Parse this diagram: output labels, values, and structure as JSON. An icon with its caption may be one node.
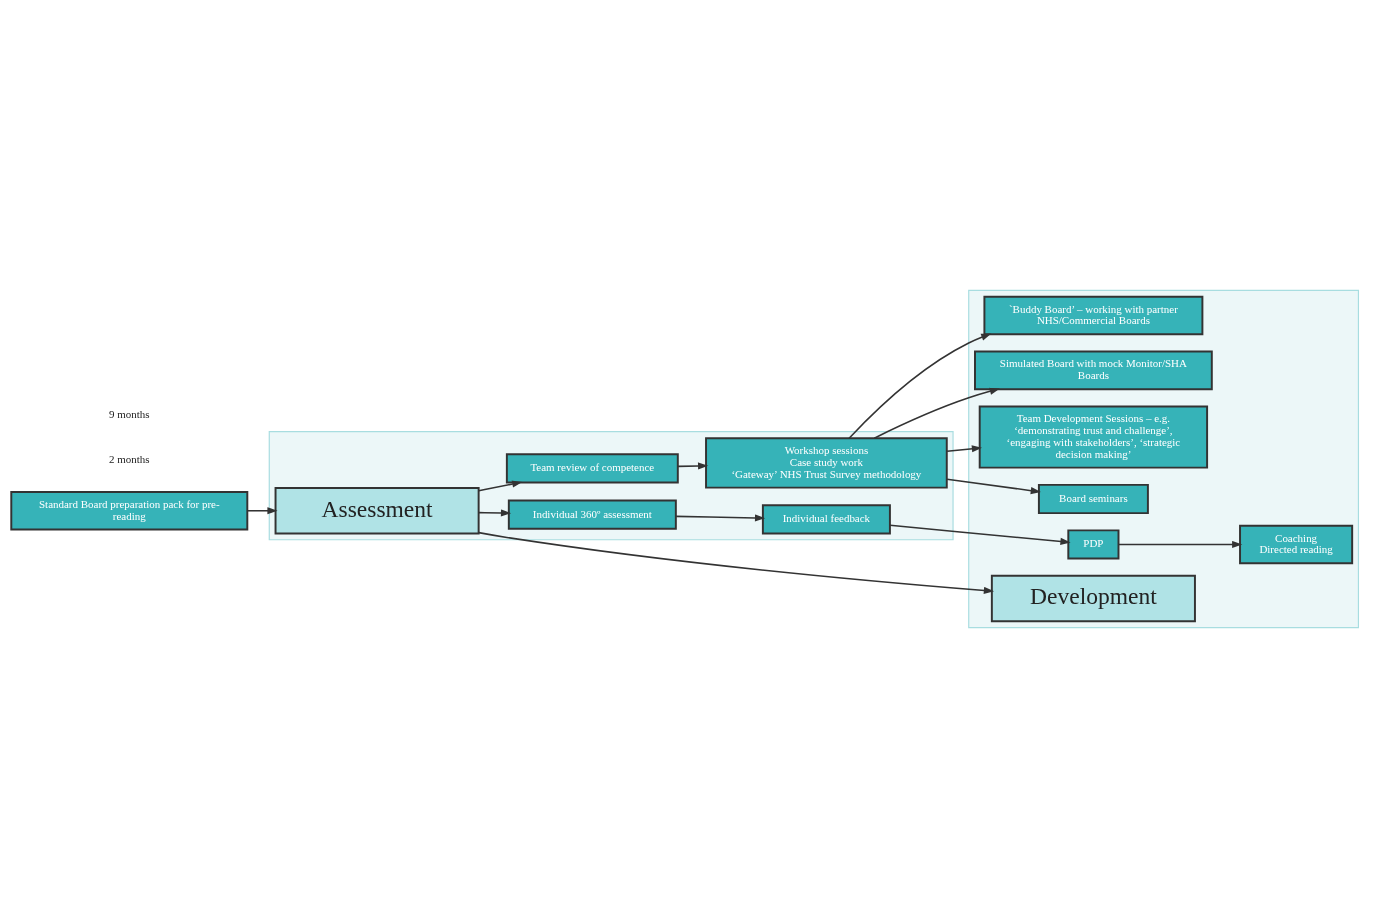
{
  "diagram": {
    "nodes": [
      {
        "text": [
          "Standard Board preparation pack for pre-reading"
        ]
      },
      {
        "text": [],
        "shape": "box"
      },
      {
        "text": [
          "Assessment"
        ],
        "in": 1
      },
      {
        "text": [
          "Individual 360º assessment"
        ],
        "in": 1
      },
      {
        "text": [
          "Individual feedback"
        ],
        "in": 1
      },
      {
        "text": [
          "Team review of competence"
        ],
        "in": 1
      },
      {
        "text": [
          "Workshop sessions",
          "Case study work",
          "‘Gateway’ NHS Trust Survey methodology"
        ],
        "in": 1
      },
      {
        "text": [],
        "shape": "box"
      },
      {
        "text": [
          "Development"
        ],
        "in": 7
      },
      {
        "text": [
          "PDP"
        ],
        "in": 7
      },
      {
        "text": [
          "Coaching",
          "Directed reading"
        ],
        "in": 7
      },
      {
        "text": [
          "Team Development Sessions – e.g. ‘demonstrating trust and challenge’, ‘engaging with stakeholders’, ‘strategic decision making’"
        ],
        "in": 7
      },
      {
        "text": [
          "Board seminars"
        ],
        "in": 7
      },
      {
        "text": [
          "`Buddy Board’ – working with partner NHS/Commercial Boards"
        ],
        "in": 7
      },
      {
        "text": [
          "Simulated Board with mock Monitor/SHA Boards"
        ],
        "in": 7
      }
    ],
    "edges": [
      {
        "from": 0,
        "to": 2,
        "arrow": "to"
      },
      {
        "from": 2,
        "to": 8,
        "arrow": "to"
      },
      {
        "from": 2,
        "to": 3,
        "arrow": "to"
      },
      {
        "from": 2,
        "to": 5,
        "arrow": "to"
      },
      {
        "from": 3,
        "to": 4,
        "arrow": "to"
      },
      {
        "from": 4,
        "to": 9,
        "arrow": "to"
      },
      {
        "from": 9,
        "to": 10,
        "arrow": "to"
      },
      {
        "from": 5,
        "to": 6,
        "arrow": "to"
      },
      {
        "from": 6,
        "to": 11,
        "arrow": "to"
      },
      {
        "from": 6,
        "to": 12,
        "arrow": "to"
      },
      {
        "from": 6,
        "to": 13,
        "arrow": "to"
      },
      {
        "from": 6,
        "to": 14,
        "arrow": "to"
      }
    ],
    "labels": [
      "2 months",
      "9 months"
    ]
  }
}
